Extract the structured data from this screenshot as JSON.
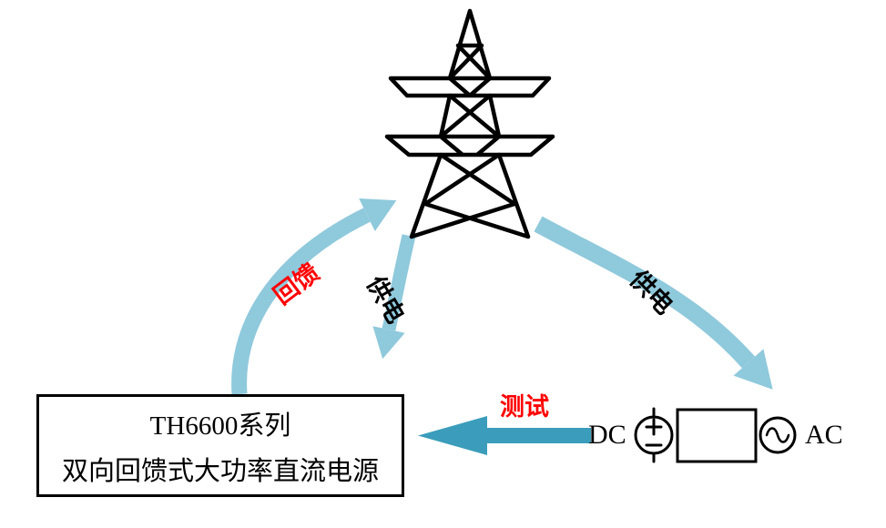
{
  "box": {
    "line1": "TH6600系列",
    "line2": "双向回馈式大功率直流电源"
  },
  "labels": {
    "feedback": "回馈",
    "supply_left": "供电",
    "supply_right": "供电",
    "test": "测试"
  },
  "terminals": {
    "dc": "DC",
    "ac": "AC"
  },
  "colors": {
    "arrow_light": "#8FC9DC",
    "arrow_dark": "#3B9DBB",
    "label_red": "#FF0000",
    "line_black": "#000000"
  },
  "icons": {
    "tower": "transmission-tower-icon",
    "dc_source": "dc-source-icon",
    "ac_source": "ac-source-icon",
    "device_under_test": "device-rectangle"
  }
}
